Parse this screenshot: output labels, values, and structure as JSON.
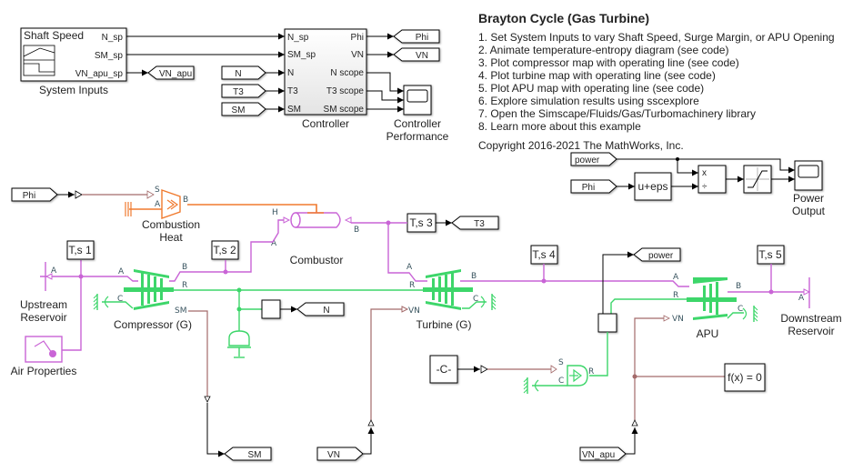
{
  "notes": {
    "title": "Brayton Cycle (Gas Turbine)",
    "items": [
      "1. Set System Inputs to vary Shaft Speed, Surge Margin, or APU Opening",
      "2. Animate temperature-entropy diagram (see code)",
      "3. Plot compressor map with operating line (see code)",
      "4. Plot turbine map with operating line (see code)",
      "5. Plot APU map with operating line (see code)",
      "6. Explore simulation results using sscexplore",
      "7. Open the Simscape/Fluids/Gas/Turbomachinery library",
      "8. Learn more about this example"
    ],
    "copyright": "Copyright 2016-2021 The MathWorks, Inc."
  },
  "colors": {
    "gas": "#c964d6",
    "mechanical": "#3dd66a",
    "thermal": "#f07a2e",
    "physical_signal": "#a36a6a",
    "signal": "#000000"
  },
  "system_inputs": {
    "label": "System Inputs",
    "tab": "Shaft Speed",
    "ports": [
      "N_sp",
      "SM_sp",
      "VN_apu_sp"
    ],
    "goto": "VN_apu"
  },
  "controller": {
    "label": "Controller",
    "inputs": [
      "N_sp",
      "SM_sp",
      "N",
      "T3",
      "SM"
    ],
    "outputs": [
      "Phi",
      "VN",
      "N scope",
      "T3 scope",
      "SM scope"
    ],
    "from_tags": [
      "N",
      "T3",
      "SM"
    ],
    "goto_tags": [
      "Phi",
      "VN"
    ]
  },
  "controller_scope": {
    "label_line1": "Controller",
    "label_line2": "Performance"
  },
  "power_section": {
    "from_power": "power",
    "from_phi": "Phi",
    "eps_block": "u+eps",
    "product_mul": "x",
    "product_div": "÷",
    "scope_line1": "Power",
    "scope_line2": "Output"
  },
  "plant": {
    "phi_from": "Phi",
    "combustion_heat": {
      "line1": "Combustion",
      "line2": "Heat",
      "ports": [
        "S",
        "A",
        "B"
      ]
    },
    "combustor": {
      "label": "Combustor",
      "ports": [
        "H",
        "A",
        "B"
      ]
    },
    "ts_probes": [
      "T,s 1",
      "T,s 2",
      "T,s 3",
      "T,s 4",
      "T,s 5"
    ],
    "t3_goto": "T3",
    "compressor": {
      "label": "Compressor (G)",
      "ports": [
        "A",
        "B",
        "R",
        "C",
        "SM"
      ]
    },
    "turbine": {
      "label": "Turbine (G)",
      "ports": [
        "A",
        "B",
        "R",
        "C",
        "VN"
      ]
    },
    "apu": {
      "label": "APU",
      "ports": [
        "A",
        "B",
        "R",
        "C",
        "VN"
      ]
    },
    "upstream": {
      "line1": "Upstream",
      "line2": "Reservoir",
      "port": "A"
    },
    "downstream": {
      "line1": "Downstream",
      "line2": "Reservoir",
      "port": "A"
    },
    "air_properties": "Air Properties",
    "n_goto": "N",
    "power_goto": "power",
    "constant": "-C-",
    "source_ports": [
      "S",
      "C",
      "R"
    ],
    "solver": "f(x) = 0",
    "sm_goto": "SM",
    "vn_from": "VN",
    "vn_apu_from": "VN_apu"
  }
}
